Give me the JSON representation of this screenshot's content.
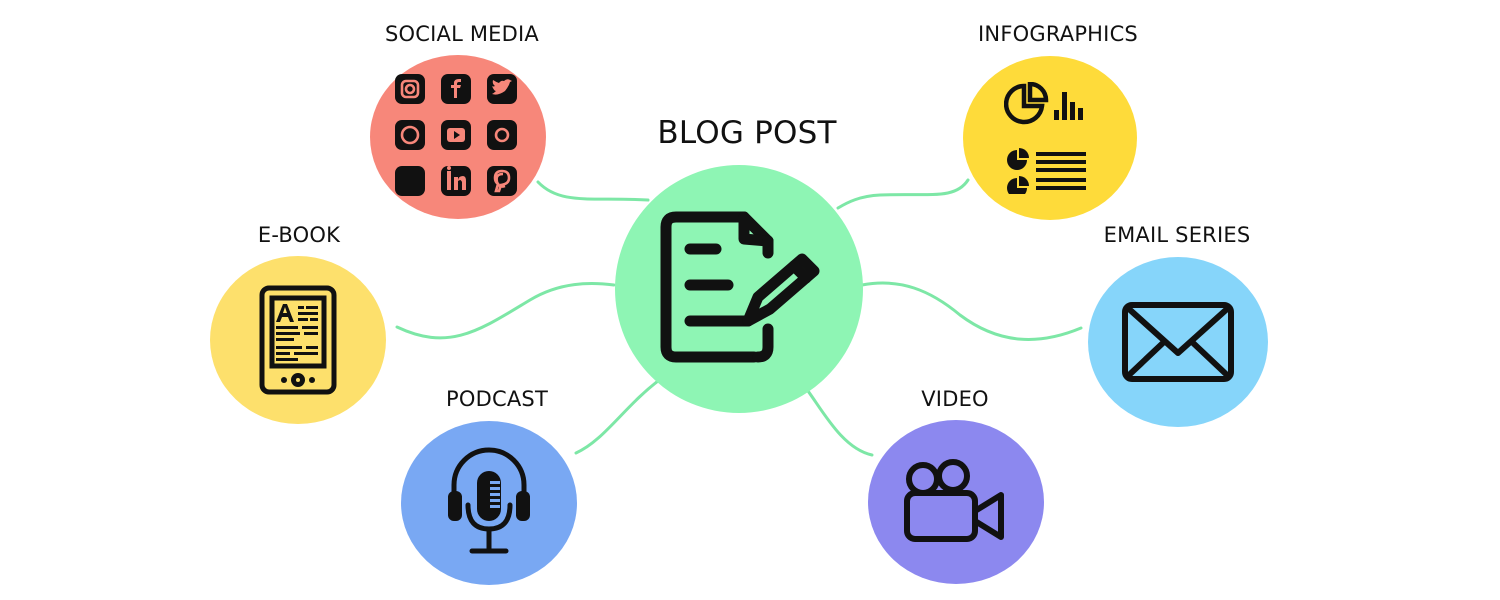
{
  "diagram": {
    "type": "hub-and-spoke mind map",
    "center": {
      "label": "BLOG POST",
      "icon": "document-edit-icon",
      "color": "#8ef5b4"
    },
    "connector_color": "#7de7a6",
    "nodes": [
      {
        "id": "social-media",
        "label": "SOCIAL MEDIA",
        "icon": "social-media-grid-icon",
        "color": "#f7877a",
        "sub_icons": [
          "instagram-icon",
          "facebook-icon",
          "twitter-icon",
          "whatsapp-icon",
          "youtube-icon",
          "snapchat-icon",
          "viber-icon",
          "linkedin-icon",
          "pinterest-icon"
        ]
      },
      {
        "id": "infographics",
        "label": "INFOGRAPHICS",
        "icon": "charts-icon",
        "color": "#fedb3a"
      },
      {
        "id": "e-book",
        "label": "E-BOOK",
        "icon": "ereader-icon",
        "color": "#fde06c"
      },
      {
        "id": "email-series",
        "label": "EMAIL SERIES",
        "icon": "envelope-icon",
        "color": "#86d5fa"
      },
      {
        "id": "podcast",
        "label": "PODCAST",
        "icon": "podcast-microphone-icon",
        "color": "#79a8f3"
      },
      {
        "id": "video",
        "label": "VIDEO",
        "icon": "video-camera-icon",
        "color": "#8c88ef"
      }
    ]
  }
}
